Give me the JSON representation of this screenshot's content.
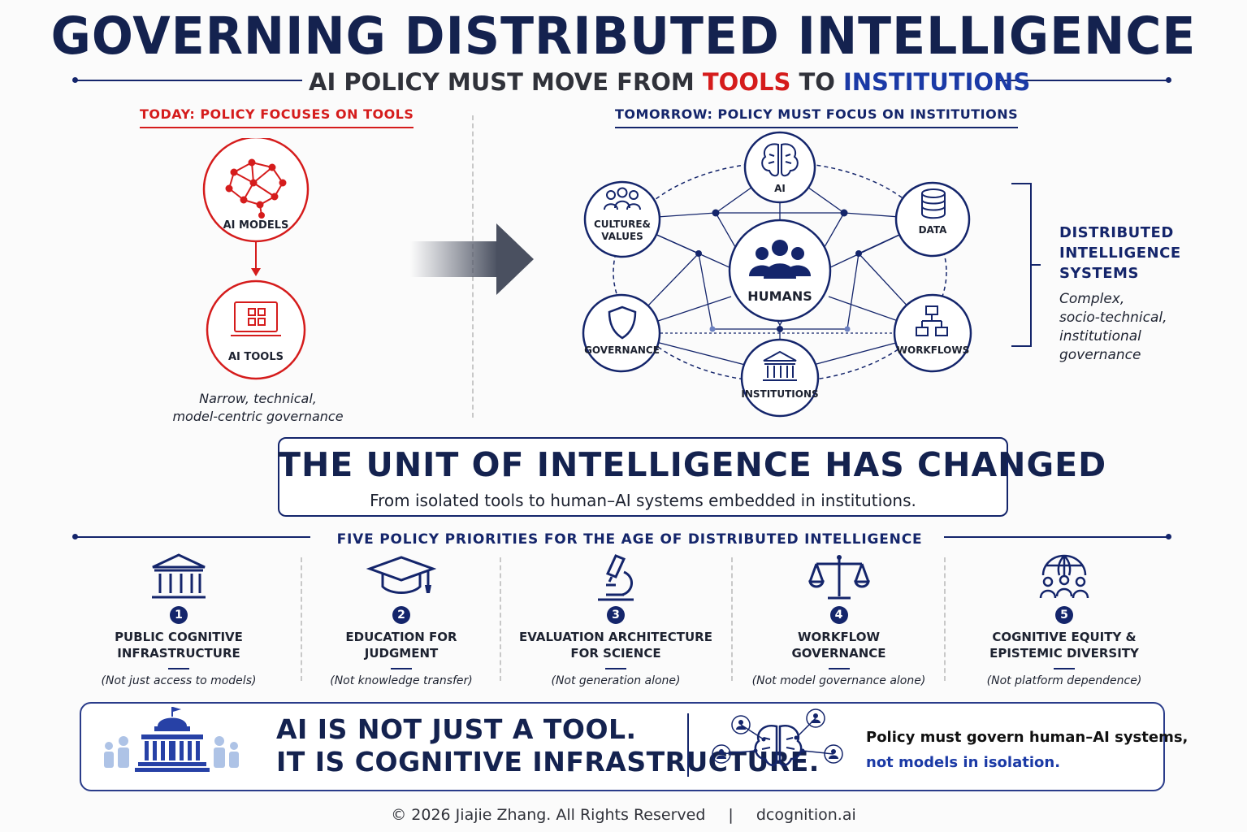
{
  "title": "GOVERNING DISTRIBUTED INTELLIGENCE",
  "subtitle": {
    "prefix": "AI POLICY MUST MOVE FROM ",
    "tools_word": "TOOLS",
    "middle": " TO ",
    "institutions_word": "INSTITUTIONS"
  },
  "today": {
    "label": "TODAY: POLICY FOCUSES ON TOOLS",
    "models_label": "AI MODELS",
    "tools_label": "AI TOOLS",
    "caption_line1": "Narrow, technical,",
    "caption_line2": "model-centric governance"
  },
  "tomorrow": {
    "label": "TOMORROW: POLICY MUST FOCUS ON INSTITUTIONS",
    "nodes": {
      "ai": "AI",
      "culture_line1": "CULTURE&",
      "culture_line2": "VALUES",
      "data": "DATA",
      "humans": "HUMANS",
      "governance": "GOVERNANCE",
      "workflows": "WORKFLOWS",
      "institutions": "INSTITUTIONS"
    },
    "side_title_line1": "DISTRIBUTED",
    "side_title_line2": "INTELLIGENCE",
    "side_title_line3": "SYSTEMS",
    "side_caption_line1": "Complex,",
    "side_caption_line2": "socio-technical,",
    "side_caption_line3": "institutional",
    "side_caption_line4": "governance"
  },
  "unit": {
    "title": "THE UNIT OF INTELLIGENCE HAS CHANGED",
    "subtitle": "From isolated tools to human–AI systems embedded in institutions."
  },
  "priorities": {
    "title": "FIVE POLICY PRIORITIES FOR THE AGE OF DISTRIBUTED INTELLIGENCE",
    "items": [
      {
        "num": "1",
        "line1": "PUBLIC COGNITIVE",
        "line2": "INFRASTRUCTURE",
        "note": "(Not just access to models)",
        "icon": "institution-columns-icon"
      },
      {
        "num": "2",
        "line1": "EDUCATION FOR",
        "line2": "JUDGMENT",
        "note": "(Not knowledge transfer)",
        "icon": "graduation-cap-icon"
      },
      {
        "num": "3",
        "line1": "EVALUATION ARCHITECTURE",
        "line2": "FOR SCIENCE",
        "note": "(Not generation alone)",
        "icon": "microscope-icon"
      },
      {
        "num": "4",
        "line1": "WORKFLOW",
        "line2": "GOVERNANCE",
        "note": "(Not model governance alone)",
        "icon": "scales-icon"
      },
      {
        "num": "5",
        "line1": "COGNITIVE EQUITY &",
        "line2": "EPISTEMIC DIVERSITY",
        "note": "(Not platform dependence)",
        "icon": "globe-people-icon"
      }
    ]
  },
  "bottom": {
    "line1": "AI IS NOT JUST A TOOL.",
    "line2": "IT IS COGNITIVE INFRASTRUCTURE.",
    "right_line1": "Policy must govern human–AI systems,",
    "right_line2": "not models in isolation."
  },
  "footer": {
    "copyright": "© 2026 Jiajie Zhang. All Rights Reserved",
    "separator": "|",
    "site": "dcognition.ai"
  },
  "colors": {
    "navy": "#14256b",
    "red": "#d51c1c",
    "text": "#1d2230"
  }
}
